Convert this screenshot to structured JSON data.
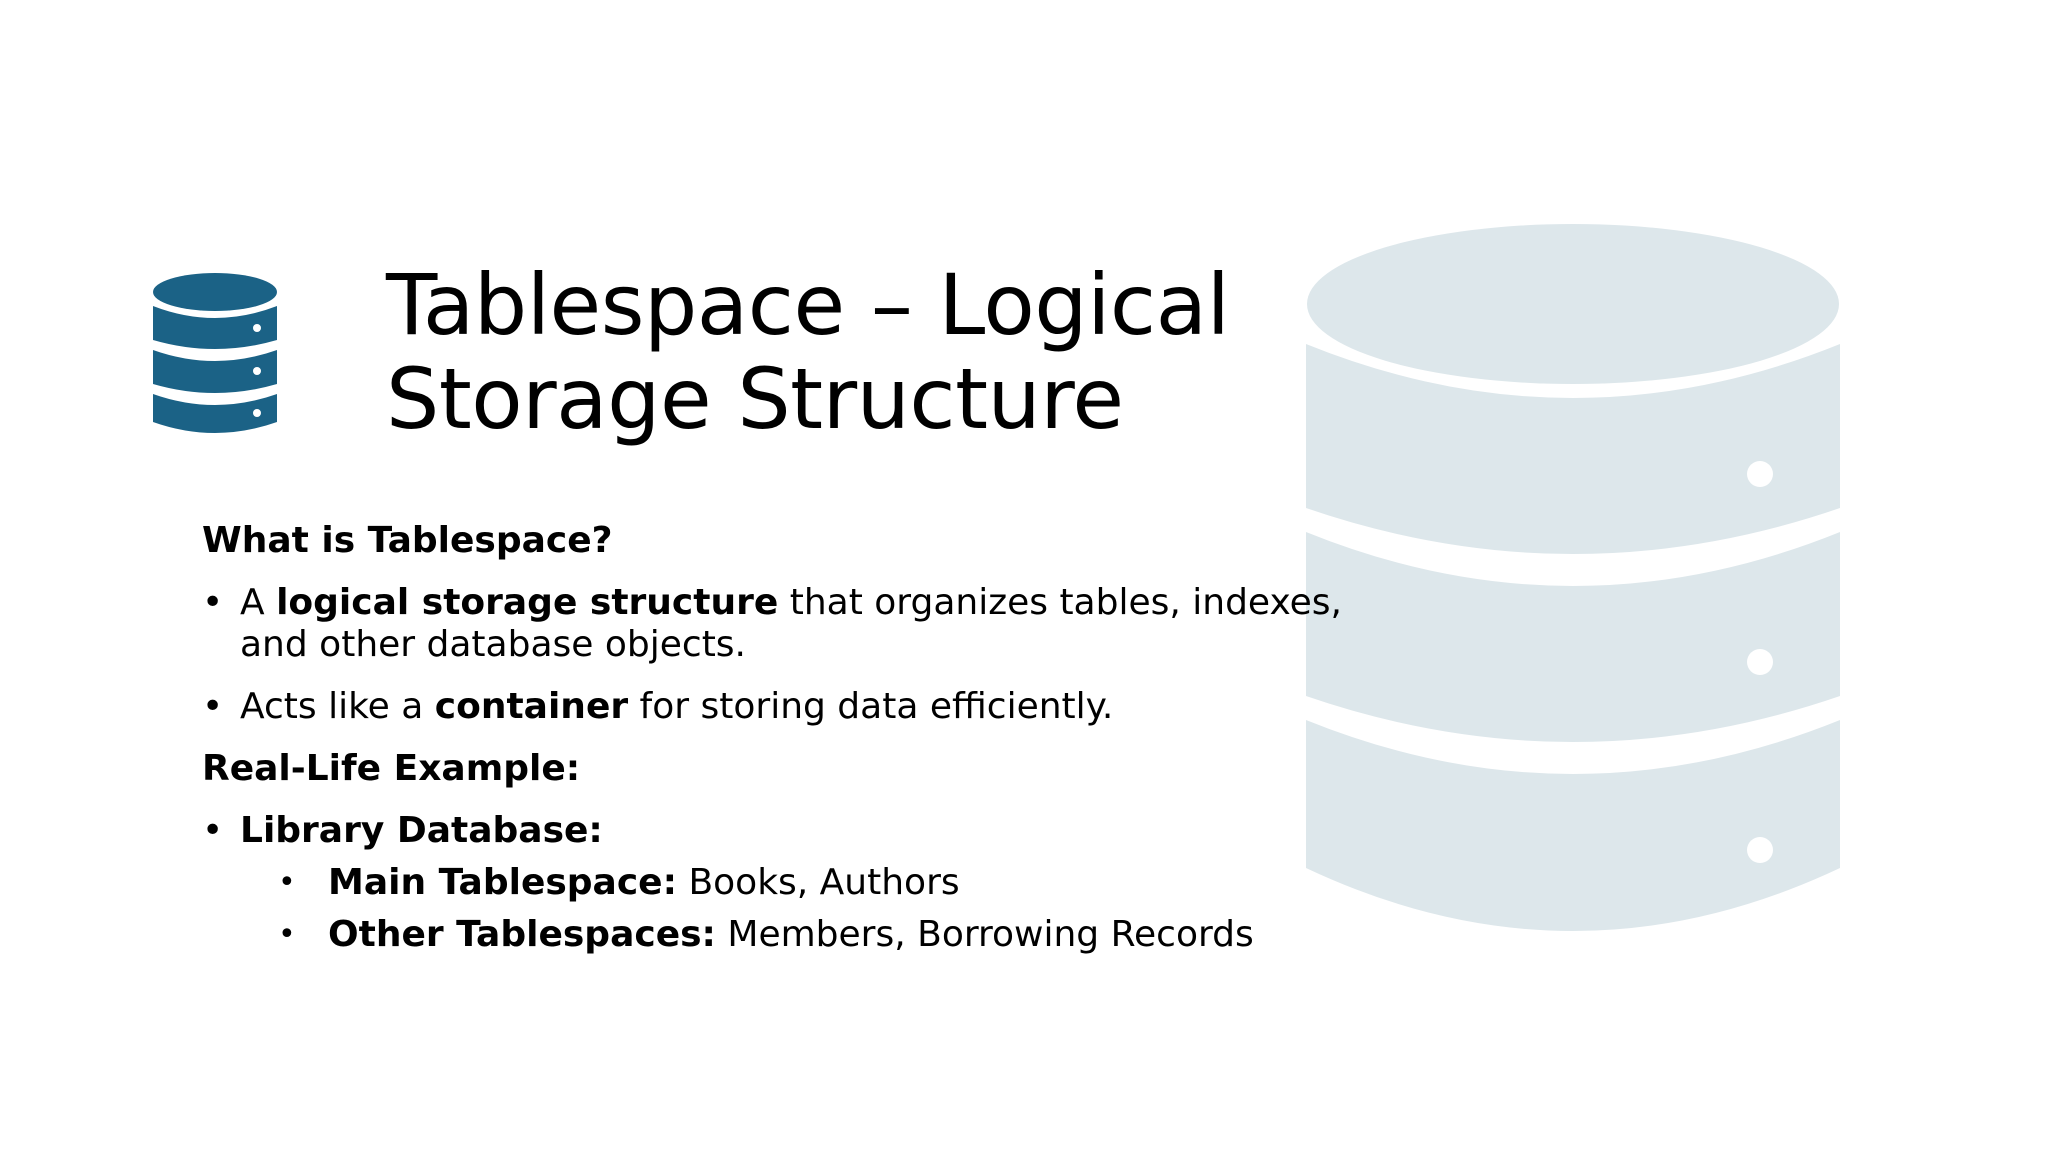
{
  "colors": {
    "small_icon": "#1b6286",
    "big_icon": "#dde7eb",
    "background": "#ffffff",
    "text": "#000000"
  },
  "icons": {
    "small": "database-icon",
    "large": "database-icon"
  },
  "title": {
    "line1": "Tablespace – Logical",
    "line2": "Storage Structure"
  },
  "section1": {
    "heading": "What is Tablespace?",
    "bullets": [
      {
        "pre": "A ",
        "bold": "logical storage structure",
        "post_line1": " that organizes tables, indexes,",
        "post_line2": "and other database objects."
      },
      {
        "pre": "Acts like a ",
        "bold": "container",
        "post": " for storing data efficiently."
      }
    ]
  },
  "section2": {
    "heading": "Real-Life Example:",
    "bullet": {
      "bold": "Library Database:"
    },
    "sub_bullets": [
      {
        "bold": "Main Tablespace:",
        "text": " Books, Authors"
      },
      {
        "bold": "Other Tablespaces:",
        "text": " Members, Borrowing Records"
      }
    ]
  }
}
